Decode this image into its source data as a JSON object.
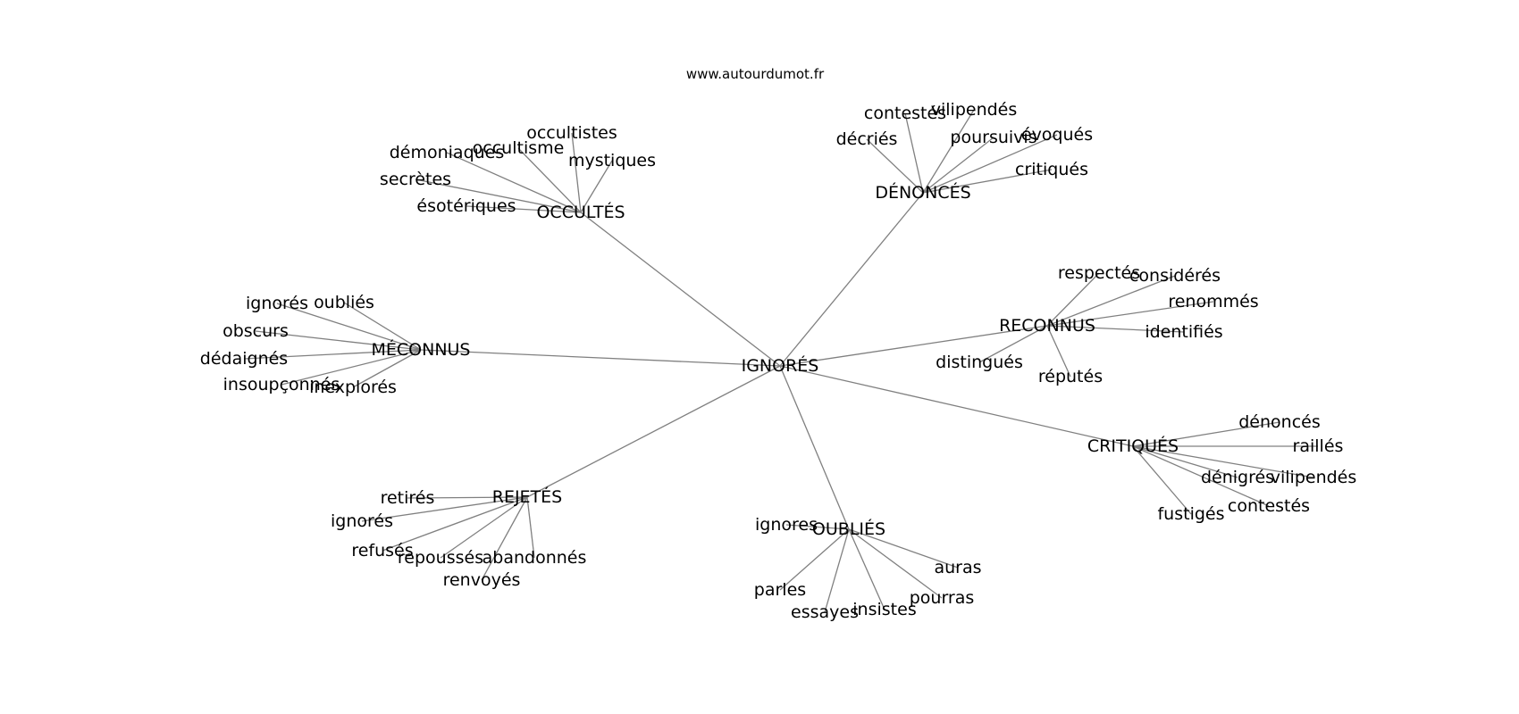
{
  "site": "www.autourdumot.fr",
  "center": "IGNORÉS",
  "clusters": [
    {
      "label": "OCCULTÉS",
      "leaves": [
        "occultistes",
        "occultisme",
        "démoniaques",
        "mystiques",
        "secrètes",
        "ésotériques"
      ]
    },
    {
      "label": "DÉNONCÉS",
      "leaves": [
        "contestés",
        "vilipendés",
        "décriés",
        "poursuivis",
        "évoqués",
        "critiqués"
      ]
    },
    {
      "label": "MÉCONNUS",
      "leaves": [
        "ignorés",
        "oubliés",
        "obscurs",
        "dédaignés",
        "insoupçonnés",
        "inexplorés"
      ]
    },
    {
      "label": "RECONNUS",
      "leaves": [
        "respectés",
        "considérés",
        "renommés",
        "identifiés",
        "distingués",
        "réputés"
      ]
    },
    {
      "label": "CRITIQUÉS",
      "leaves": [
        "dénoncés",
        "raillés",
        "dénigrés",
        "vilipendés",
        "contestés",
        "fustigés"
      ]
    },
    {
      "label": "REJETÉS",
      "leaves": [
        "retirés",
        "ignorés",
        "refusés",
        "repoussés",
        "abandonnés",
        "renvoyés"
      ]
    },
    {
      "label": "OUBLIÉS",
      "leaves": [
        "ignores",
        "auras",
        "parles",
        "pourras",
        "essayes",
        "insistes"
      ]
    }
  ]
}
